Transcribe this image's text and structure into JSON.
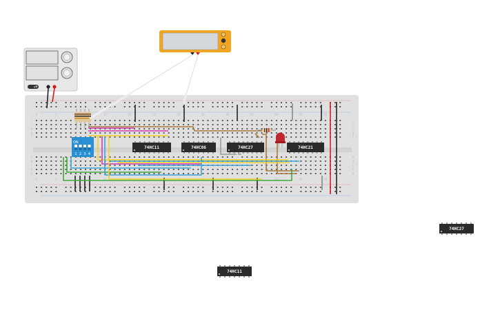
{
  "chips": [
    {
      "id": "chip-74hc11",
      "label": "74HC11"
    },
    {
      "id": "chip-74hc86",
      "label": "74HC86"
    },
    {
      "id": "chip-74hc27",
      "label": "74HC27"
    },
    {
      "id": "chip-74hc21",
      "label": "74HC21"
    }
  ],
  "loose_chips": [
    {
      "id": "loose-chip-74hc27",
      "label": "74HC27"
    },
    {
      "id": "loose-chip-74hc11",
      "label": "74HC11"
    }
  ],
  "dip_switch": {
    "on_label": "ON",
    "positions": [
      "1",
      "2",
      "3",
      "4"
    ]
  },
  "power_supply": {
    "off_label": "off"
  },
  "breadboard": {
    "column_numbers": [
      "1",
      "5",
      "10",
      "15",
      "20",
      "25",
      "30",
      "35",
      "40",
      "45",
      "50",
      "55",
      "60"
    ],
    "row_letters_top": [
      "j",
      "i",
      "h",
      "g",
      "f"
    ],
    "row_letters_bottom": [
      "e",
      "d",
      "c",
      "b",
      "a"
    ]
  },
  "colors": {
    "breadboard": "#e0e0e0",
    "chip": "#2b2b2b",
    "dip_switch": "#2b8fd4",
    "multimeter_frame": "#f2a51e",
    "multimeter_screen": "#d4d8dc",
    "rail_red": "#d31c1c",
    "wire_yellow": "#f2d027",
    "wire_green": "#3ea83c",
    "wire_blue": "#3aa5d8",
    "wire_magenta": "#d23bb4",
    "wire_brown": "#a9783f",
    "wire_white": "#e6e6e6",
    "wire_gray": "#9a9a9a",
    "led_red": "#c0272d"
  }
}
